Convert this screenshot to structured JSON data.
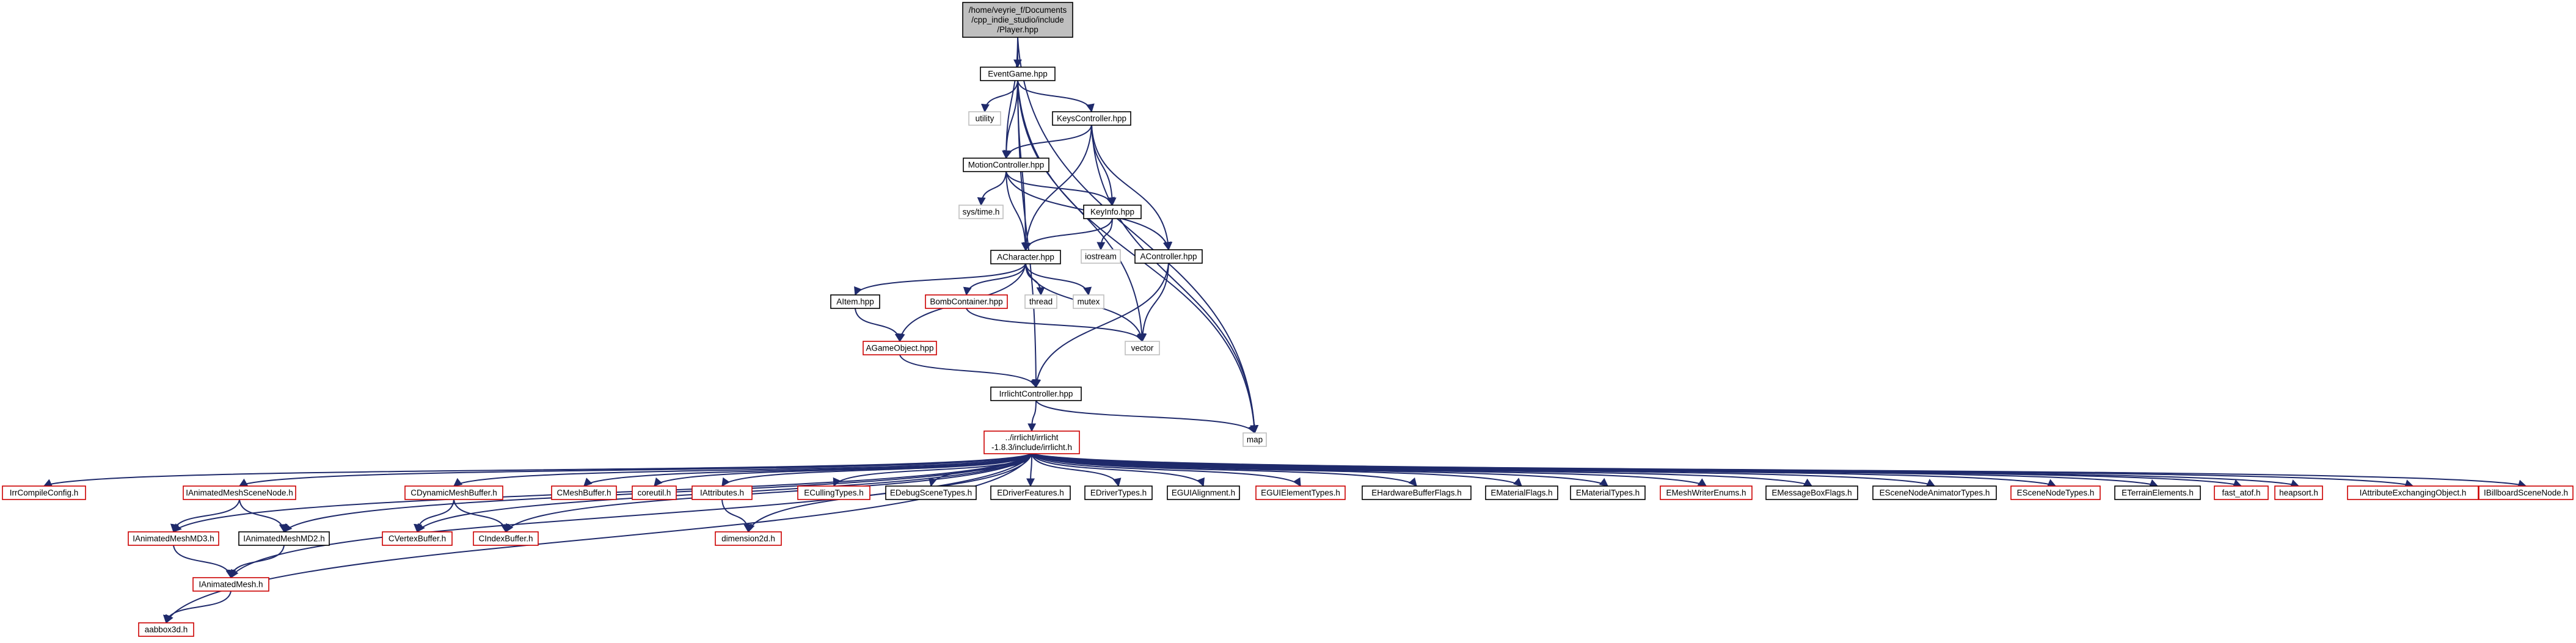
{
  "colors": {
    "edge": "#1f2a6b",
    "red_border": "#cc0000",
    "black_border": "#000000",
    "gray_border": "#bfbfbf",
    "root_fill": "#bfbfbf",
    "fill": "#ffffff"
  },
  "nodes": [
    {
      "id": "player",
      "lines": [
        "/home/veyrie_f/Documents",
        "/cpp_indie_studio/include",
        "/Player.hpp"
      ],
      "style": "root"
    },
    {
      "id": "eventgame",
      "lines": [
        "EventGame.hpp"
      ],
      "style": "black"
    },
    {
      "id": "utility",
      "lines": [
        "utility"
      ],
      "style": "gray"
    },
    {
      "id": "keyscontroller",
      "lines": [
        "KeysController.hpp"
      ],
      "style": "black"
    },
    {
      "id": "motioncontroller",
      "lines": [
        "MotionController.hpp"
      ],
      "style": "black"
    },
    {
      "id": "systime",
      "lines": [
        "sys/time.h"
      ],
      "style": "gray"
    },
    {
      "id": "keyinfo",
      "lines": [
        "KeyInfo.hpp"
      ],
      "style": "black"
    },
    {
      "id": "iostream",
      "lines": [
        "iostream"
      ],
      "style": "gray"
    },
    {
      "id": "acontroller",
      "lines": [
        "AController.hpp"
      ],
      "style": "black"
    },
    {
      "id": "acharacter",
      "lines": [
        "ACharacter.hpp"
      ],
      "style": "black"
    },
    {
      "id": "thread",
      "lines": [
        "thread"
      ],
      "style": "gray"
    },
    {
      "id": "mutex",
      "lines": [
        "mutex"
      ],
      "style": "gray"
    },
    {
      "id": "aitem",
      "lines": [
        "AItem.hpp"
      ],
      "style": "black"
    },
    {
      "id": "bombcontainer",
      "lines": [
        "BombContainer.hpp"
      ],
      "style": "red"
    },
    {
      "id": "vector",
      "lines": [
        "vector"
      ],
      "style": "gray"
    },
    {
      "id": "agameobject",
      "lines": [
        "AGameObject.hpp"
      ],
      "style": "red"
    },
    {
      "id": "irrlichtcontroller",
      "lines": [
        "IrrlichtController.hpp"
      ],
      "style": "black"
    },
    {
      "id": "map",
      "lines": [
        "map"
      ],
      "style": "gray"
    },
    {
      "id": "irrlicht",
      "lines": [
        "../irrlicht/irrlicht",
        "-1.8.3/include/irrlicht.h"
      ],
      "style": "red"
    },
    {
      "id": "irrcompileconfig",
      "lines": [
        "IrrCompileConfig.h"
      ],
      "style": "red"
    },
    {
      "id": "ianimatedmeshscenenode",
      "lines": [
        "IAnimatedMeshSceneNode.h"
      ],
      "style": "red"
    },
    {
      "id": "ianimatedmeshmd3",
      "lines": [
        "IAnimatedMeshMD3.h"
      ],
      "style": "red"
    },
    {
      "id": "ianimatedmeshmd2",
      "lines": [
        "IAnimatedMeshMD2.h"
      ],
      "style": "black"
    },
    {
      "id": "ianimatedmesh",
      "lines": [
        "IAnimatedMesh.h"
      ],
      "style": "red"
    },
    {
      "id": "aabbox3d",
      "lines": [
        "aabbox3d.h"
      ],
      "style": "red"
    },
    {
      "id": "cdynamicmeshbuffer",
      "lines": [
        "CDynamicMeshBuffer.h"
      ],
      "style": "red"
    },
    {
      "id": "cvertexbuffer",
      "lines": [
        "CVertexBuffer.h"
      ],
      "style": "red"
    },
    {
      "id": "cindexbuffer",
      "lines": [
        "CIndexBuffer.h"
      ],
      "style": "red"
    },
    {
      "id": "cmeshbuffer",
      "lines": [
        "CMeshBuffer.h"
      ],
      "style": "red"
    },
    {
      "id": "coreutil",
      "lines": [
        "coreutil.h"
      ],
      "style": "red"
    },
    {
      "id": "iattributes",
      "lines": [
        "IAttributes.h"
      ],
      "style": "red"
    },
    {
      "id": "dimension2d",
      "lines": [
        "dimension2d.h"
      ],
      "style": "red"
    },
    {
      "id": "ecullingtypes",
      "lines": [
        "ECullingTypes.h"
      ],
      "style": "red"
    },
    {
      "id": "edebugscenetypes",
      "lines": [
        "EDebugSceneTypes.h"
      ],
      "style": "black"
    },
    {
      "id": "edriverfeatures",
      "lines": [
        "EDriverFeatures.h"
      ],
      "style": "black"
    },
    {
      "id": "edrivertypes",
      "lines": [
        "EDriverTypes.h"
      ],
      "style": "black"
    },
    {
      "id": "eguialignment",
      "lines": [
        "EGUIAlignment.h"
      ],
      "style": "black"
    },
    {
      "id": "eguielementtypes",
      "lines": [
        "EGUIElementTypes.h"
      ],
      "style": "red"
    },
    {
      "id": "ehardwarebufferflags",
      "lines": [
        "EHardwareBufferFlags.h"
      ],
      "style": "black"
    },
    {
      "id": "ematerialflags",
      "lines": [
        "EMaterialFlags.h"
      ],
      "style": "black"
    },
    {
      "id": "ematerialtypes",
      "lines": [
        "EMaterialTypes.h"
      ],
      "style": "black"
    },
    {
      "id": "emeshwriterenums",
      "lines": [
        "EMeshWriterEnums.h"
      ],
      "style": "red"
    },
    {
      "id": "emessageboxflags",
      "lines": [
        "EMessageBoxFlags.h"
      ],
      "style": "black"
    },
    {
      "id": "escenenodeanimatortypes",
      "lines": [
        "ESceneNodeAnimatorTypes.h"
      ],
      "style": "black"
    },
    {
      "id": "escenenodetypes",
      "lines": [
        "ESceneNodeTypes.h"
      ],
      "style": "red"
    },
    {
      "id": "eterrainelements",
      "lines": [
        "ETerrainElements.h"
      ],
      "style": "black"
    },
    {
      "id": "fastatof",
      "lines": [
        "fast_atof.h"
      ],
      "style": "red"
    },
    {
      "id": "heapsort",
      "lines": [
        "heapsort.h"
      ],
      "style": "red"
    },
    {
      "id": "iattributeexchangingobject",
      "lines": [
        "IAttributeExchangingObject.h"
      ],
      "style": "red"
    },
    {
      "id": "ibillboardscenenode",
      "lines": [
        "IBillboardSceneNode.h"
      ],
      "style": "red"
    }
  ],
  "edges": [
    [
      "player",
      "eventgame"
    ],
    [
      "player",
      "motioncontroller"
    ],
    [
      "player",
      "map"
    ],
    [
      "eventgame",
      "utility"
    ],
    [
      "eventgame",
      "keyscontroller"
    ],
    [
      "eventgame",
      "motioncontroller"
    ],
    [
      "eventgame",
      "acharacter"
    ],
    [
      "eventgame",
      "irrlichtcontroller"
    ],
    [
      "eventgame",
      "vector"
    ],
    [
      "eventgame",
      "map"
    ],
    [
      "keyscontroller",
      "motioncontroller"
    ],
    [
      "keyscontroller",
      "keyinfo"
    ],
    [
      "keyscontroller",
      "acharacter"
    ],
    [
      "keyscontroller",
      "acontroller"
    ],
    [
      "keyscontroller",
      "map"
    ],
    [
      "motioncontroller",
      "systime"
    ],
    [
      "motioncontroller",
      "keyinfo"
    ],
    [
      "motioncontroller",
      "acharacter"
    ],
    [
      "motioncontroller",
      "acontroller"
    ],
    [
      "keyinfo",
      "acharacter"
    ],
    [
      "keyinfo",
      "iostream"
    ],
    [
      "acontroller",
      "vector"
    ],
    [
      "acontroller",
      "irrlichtcontroller"
    ],
    [
      "acharacter",
      "aitem"
    ],
    [
      "acharacter",
      "bombcontainer"
    ],
    [
      "acharacter",
      "agameobject"
    ],
    [
      "acharacter",
      "thread"
    ],
    [
      "acharacter",
      "mutex"
    ],
    [
      "acharacter",
      "vector"
    ],
    [
      "aitem",
      "agameobject"
    ],
    [
      "bombcontainer",
      "vector"
    ],
    [
      "agameobject",
      "irrlichtcontroller"
    ],
    [
      "irrlichtcontroller",
      "irrlicht"
    ],
    [
      "irrlichtcontroller",
      "map"
    ],
    [
      "irrlicht",
      "irrcompileconfig"
    ],
    [
      "irrlicht",
      "ianimatedmeshscenenode"
    ],
    [
      "irrlicht",
      "ianimatedmeshmd3"
    ],
    [
      "irrlicht",
      "ianimatedmeshmd2"
    ],
    [
      "irrlicht",
      "ianimatedmesh"
    ],
    [
      "irrlicht",
      "aabbox3d"
    ],
    [
      "irrlicht",
      "cdynamicmeshbuffer"
    ],
    [
      "irrlicht",
      "cvertexbuffer"
    ],
    [
      "irrlicht",
      "cindexbuffer"
    ],
    [
      "irrlicht",
      "cmeshbuffer"
    ],
    [
      "irrlicht",
      "coreutil"
    ],
    [
      "irrlicht",
      "iattributes"
    ],
    [
      "irrlicht",
      "dimension2d"
    ],
    [
      "irrlicht",
      "ecullingtypes"
    ],
    [
      "irrlicht",
      "edebugscenetypes"
    ],
    [
      "irrlicht",
      "edriverfeatures"
    ],
    [
      "irrlicht",
      "edrivertypes"
    ],
    [
      "irrlicht",
      "eguialignment"
    ],
    [
      "irrlicht",
      "eguielementtypes"
    ],
    [
      "irrlicht",
      "ehardwarebufferflags"
    ],
    [
      "irrlicht",
      "ematerialflags"
    ],
    [
      "irrlicht",
      "ematerialtypes"
    ],
    [
      "irrlicht",
      "emeshwriterenums"
    ],
    [
      "irrlicht",
      "emessageboxflags"
    ],
    [
      "irrlicht",
      "escenenodeanimatortypes"
    ],
    [
      "irrlicht",
      "escenenodetypes"
    ],
    [
      "irrlicht",
      "eterrainelements"
    ],
    [
      "irrlicht",
      "fastatof"
    ],
    [
      "irrlicht",
      "heapsort"
    ],
    [
      "irrlicht",
      "iattributeexchangingobject"
    ],
    [
      "irrlicht",
      "ibillboardscenenode"
    ],
    [
      "ianimatedmeshscenenode",
      "ianimatedmeshmd3"
    ],
    [
      "ianimatedmeshscenenode",
      "ianimatedmeshmd2"
    ],
    [
      "ianimatedmeshmd3",
      "ianimatedmesh"
    ],
    [
      "ianimatedmeshmd2",
      "ianimatedmesh"
    ],
    [
      "ianimatedmesh",
      "aabbox3d"
    ],
    [
      "cdynamicmeshbuffer",
      "cvertexbuffer"
    ],
    [
      "cdynamicmeshbuffer",
      "cindexbuffer"
    ],
    [
      "iattributes",
      "dimension2d"
    ]
  ]
}
